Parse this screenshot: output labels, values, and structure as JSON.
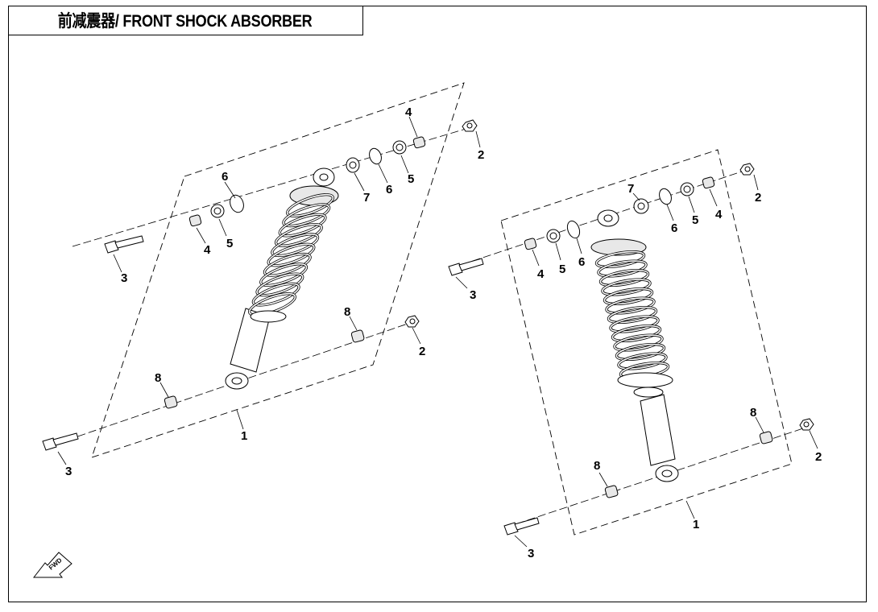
{
  "title": "前减震器/ FRONT SHOCK ABSORBER",
  "left_callouts": [
    "1",
    "2",
    "2",
    "3",
    "3",
    "4",
    "4",
    "5",
    "5",
    "6",
    "6",
    "7",
    "8",
    "8"
  ],
  "right_callouts": [
    "1",
    "2",
    "2",
    "3",
    "3",
    "4",
    "4",
    "5",
    "5",
    "6",
    "6",
    "7",
    "8",
    "8"
  ],
  "fwd_label": "FWD",
  "icons": [
    "front-direction-arrow-icon"
  ]
}
